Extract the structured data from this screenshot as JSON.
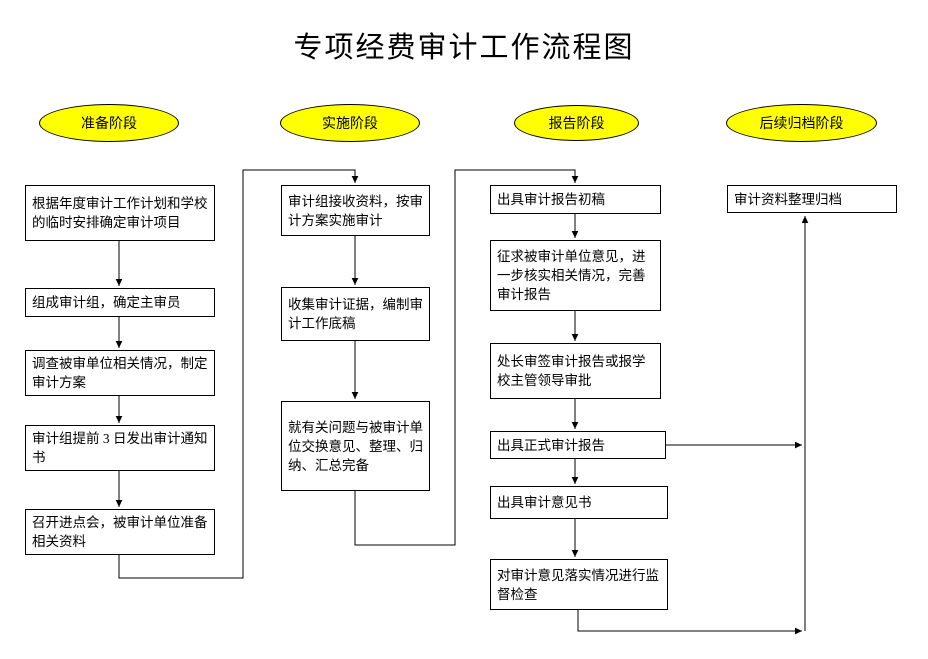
{
  "title": "专项经费审计工作流程图",
  "phases": [
    {
      "label": "准备阶段"
    },
    {
      "label": "实施阶段"
    },
    {
      "label": "报告阶段"
    },
    {
      "label": "后续归档阶段"
    }
  ],
  "columns": {
    "prepare": [
      "根据年度审计工作计划和学校的临时安排确定审计项目",
      "组成审计组，确定主审员",
      "调查被审单位相关情况，制定审计方案",
      "审计组提前 3 日发出审计通知书",
      "召开进点会，被审计单位准备相关资料"
    ],
    "implement": [
      "审计组接收资料，按审计方案实施审计",
      "收集审计证据，编制审计工作底稿",
      "就有关问题与被审计单位交换意见、整理、归纳、汇总完备"
    ],
    "report": [
      "出具审计报告初稿",
      "征求被审计单位意见，进一步核实相关情况，完善审计报告",
      "处长审签审计报告或报学校主管领导审批",
      "出具正式审计报告",
      "出具审计意见书",
      "对审计意见落实情况进行监督检查"
    ],
    "archive": [
      "审计资料整理归档"
    ]
  },
  "colors": {
    "phase_fill": "#ffff00",
    "line": "#000000",
    "background": "#ffffff"
  }
}
